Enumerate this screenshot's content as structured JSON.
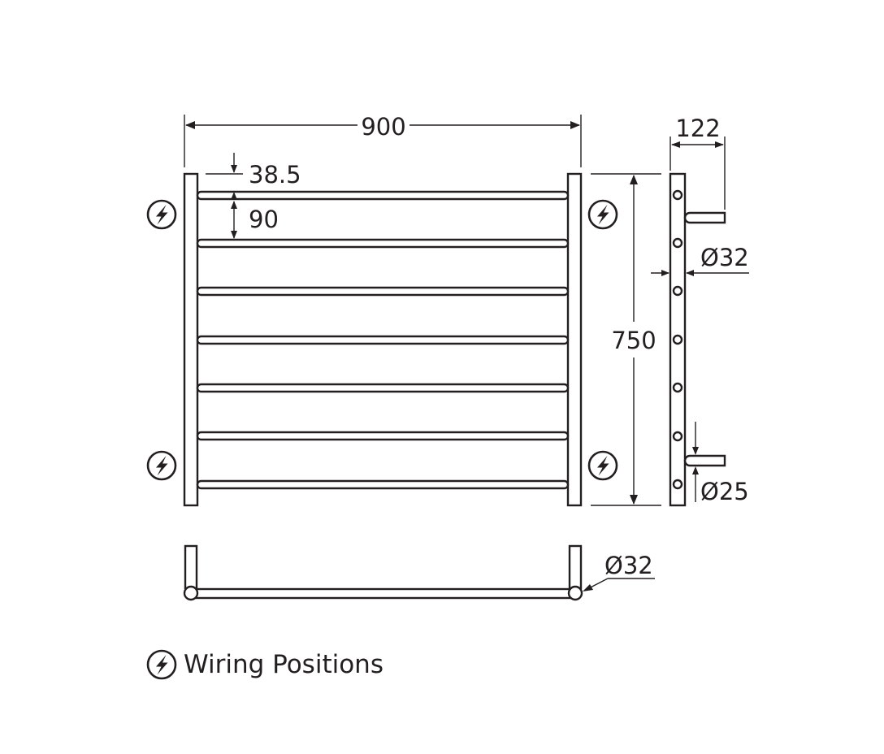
{
  "dimensions": {
    "overall_width": "900",
    "top_offset": "38.5",
    "rail_spacing": "90",
    "overall_height": "750",
    "wall_projection": "122",
    "upright_diameter": "Ø32",
    "rail_diameter": "Ø25",
    "plan_upright_diameter": "Ø32"
  },
  "legend": {
    "icon": "lightning-bolt-icon",
    "label": "Wiring Positions"
  },
  "colors": {
    "line": "#231f20",
    "background": "#ffffff"
  }
}
